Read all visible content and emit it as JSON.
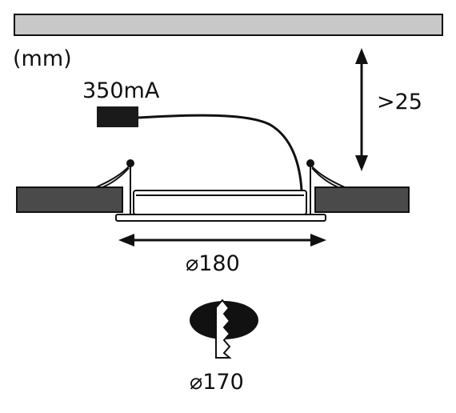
{
  "diagram": {
    "unit_label": "(mm)",
    "current_label": "350mA",
    "depth_label": ">25",
    "outer_diameter_label": "⌀180",
    "cutout_diameter_label": "⌀170"
  },
  "colors": {
    "line": "#111111",
    "ceiling_panel": "#c8c8c8",
    "ceiling_board": "#4a4a4a",
    "driver_block": "#1a1a1a",
    "cutout_fill": "#111111"
  }
}
